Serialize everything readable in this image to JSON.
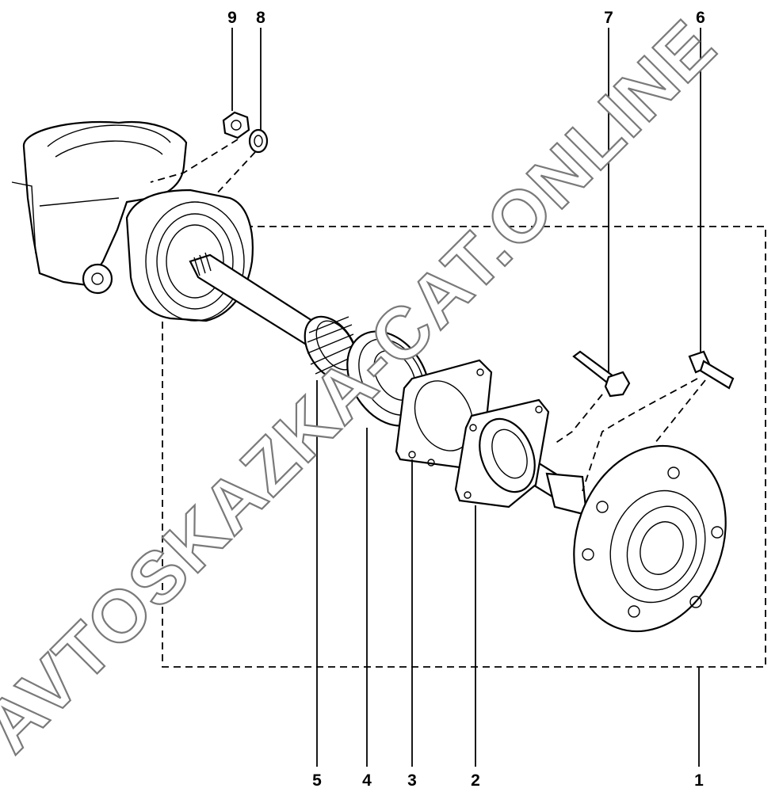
{
  "watermark": "AVTOSKAZKA-CAT.ONLINE",
  "callouts": {
    "c1": "1",
    "c2": "2",
    "c3": "3",
    "c4": "4",
    "c5": "5",
    "c6": "6",
    "c7": "7",
    "c8": "8",
    "c9": "9"
  }
}
